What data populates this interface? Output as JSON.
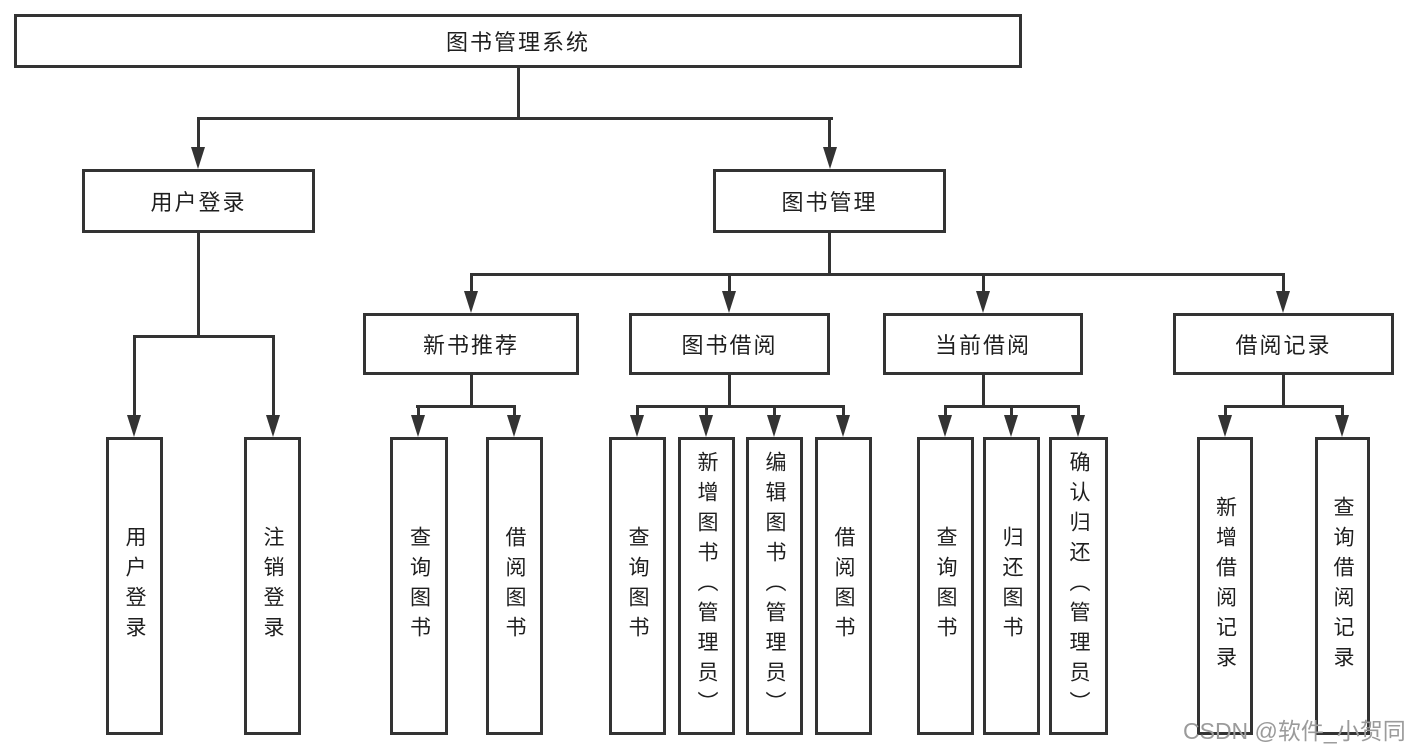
{
  "diagram": {
    "root": {
      "label": "图书管理系统"
    },
    "level2": [
      {
        "label": "用户登录"
      },
      {
        "label": "图书管理"
      }
    ],
    "level3": [
      {
        "label": "新书推荐"
      },
      {
        "label": "图书借阅"
      },
      {
        "label": "当前借阅"
      },
      {
        "label": "借阅记录"
      }
    ],
    "leaves": {
      "user_login": [
        "用户登录",
        "注销登录"
      ],
      "new_book": [
        "查询图书",
        "借阅图书"
      ],
      "book_borrow": [
        "查询图书",
        "新增图书（管理员）",
        "编辑图书（管理员）",
        "借阅图书"
      ],
      "current_borrow": [
        "查询图书",
        "归还图书",
        "确认归还（管理员）"
      ],
      "borrow_record": [
        "新增借阅记录",
        "查询借阅记录"
      ]
    }
  },
  "watermark": {
    "text": "CSDN @软件_小贺同学"
  },
  "colors": {
    "line": "#333333",
    "text": "#1f1f1f",
    "watermark": "#9b9b9b",
    "background": "#ffffff"
  }
}
